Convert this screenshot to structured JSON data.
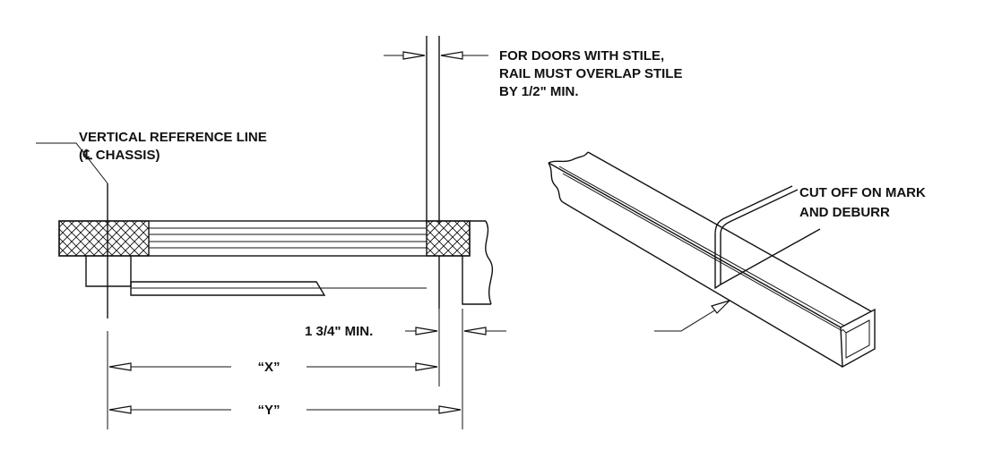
{
  "labels": {
    "stile_note_line1": "FOR DOORS WITH STILE,",
    "stile_note_line2": "RAIL MUST OVERLAP STILE",
    "stile_note_line3": "BY 1/2\" MIN.",
    "reference_line1": "VERTICAL REFERENCE LINE",
    "reference_line2": "(℄ CHASSIS)",
    "min_dimension": "1 3/4\" MIN.",
    "dim_x": "“X”",
    "dim_y": "“Y”",
    "cut_note_line1": "CUT OFF ON MARK",
    "cut_note_line2": "AND DEBURR"
  }
}
